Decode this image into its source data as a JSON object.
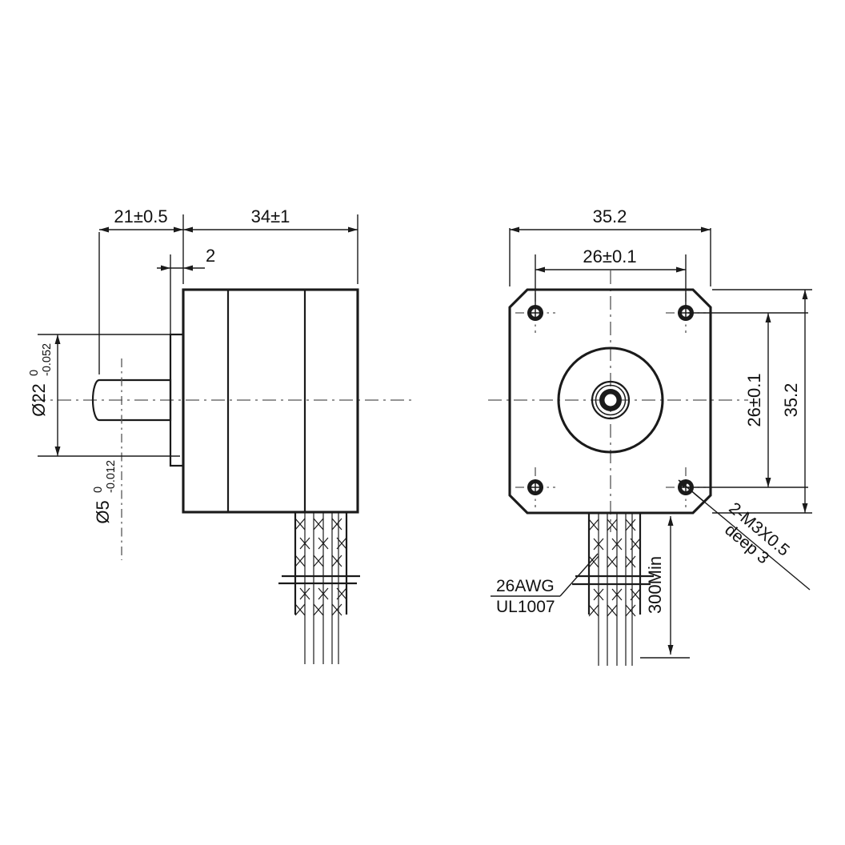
{
  "drawing": {
    "title": "Stepper motor outline drawing",
    "background_color": "#ffffff",
    "line_color": "#1a1a1a",
    "center_line_color": "#555555"
  },
  "side_view": {
    "name": "side-view",
    "dimensions": {
      "shaft_length": "21±0.5",
      "body_length": "34±1",
      "flange_step": "2",
      "body_diameter_value": "Ø22",
      "body_diameter_tol_upper": "0",
      "body_diameter_tol_lower": "-0.052",
      "shaft_diameter_value": "Ø5",
      "shaft_diameter_tol_upper": "0",
      "shaft_diameter_tol_lower": "-0.012"
    }
  },
  "front_view": {
    "name": "front-view",
    "dimensions": {
      "flange_width": "35.2",
      "hole_pitch_horizontal": "26±0.1",
      "hole_pitch_vertical": "26±0.1",
      "flange_height": "35.2"
    },
    "callouts": {
      "thread_line1": "2-M3X0.5",
      "thread_line2": "deep  3",
      "wire_line1": "26AWG",
      "wire_line2": "UL1007",
      "lead_length": "300Min"
    }
  }
}
